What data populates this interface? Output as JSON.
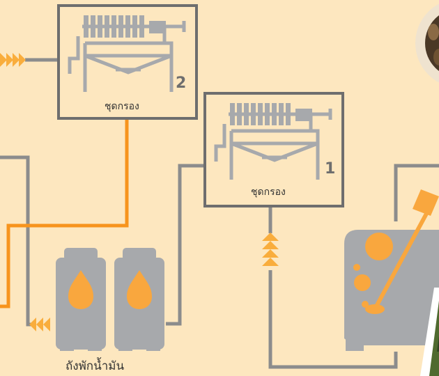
{
  "filter_units": [
    {
      "label": "ชุดกรอง",
      "number": "2"
    },
    {
      "label": "ชุดกรอง",
      "number": "1"
    }
  ],
  "storage_tanks": {
    "label": "ถังพักน้ำมัน"
  },
  "colors": {
    "background": "#fde7bf",
    "pipe_gray": "#8c8c8c",
    "oil_orange": "#f7941d",
    "arrow_orange": "#f9ad3c",
    "tank_gray": "#a7a9ac",
    "filter_gray": "#a7a9ac"
  },
  "icons": [
    "flow-arrow-icon",
    "oil-drop-icon",
    "filter-press-icon",
    "mixer-paddle-icon"
  ]
}
